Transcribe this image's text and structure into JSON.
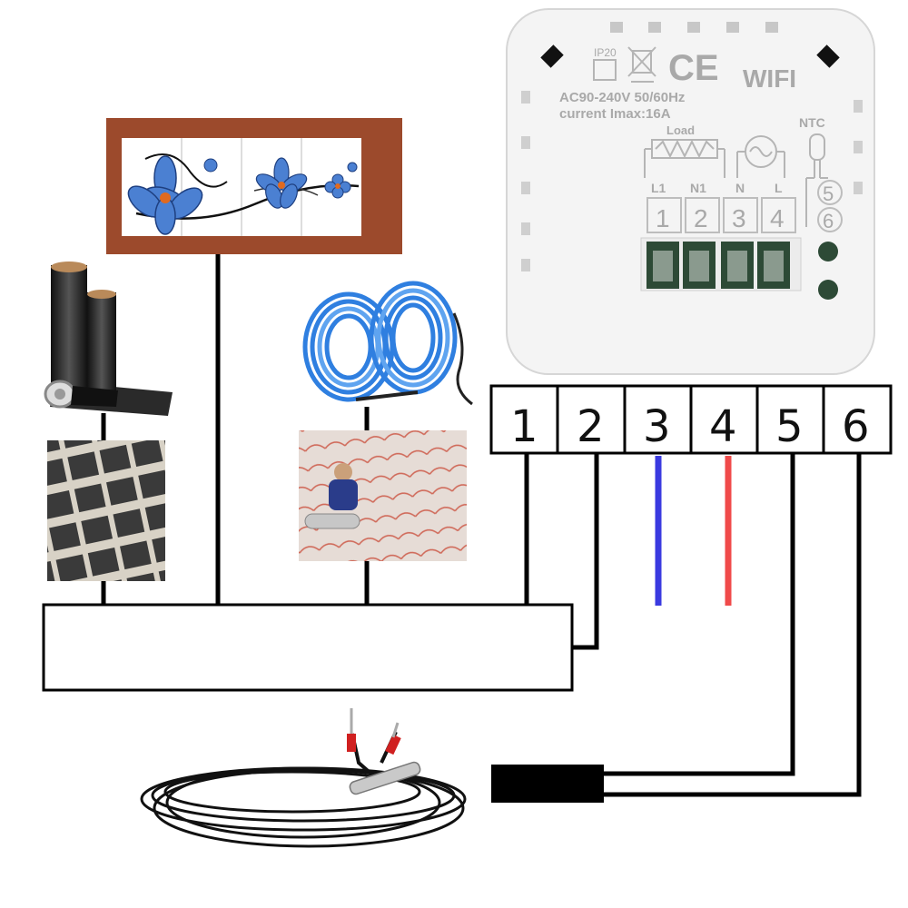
{
  "device": {
    "ip_rating": "IP20",
    "ce_mark": "CE",
    "wifi_label": "WIFI",
    "spec_voltage": "AC90-240V 50/60Hz",
    "spec_current": "current Imax:16A",
    "load_label": "Load",
    "ntc_label": "NTC",
    "terminal_labels": [
      "L1",
      "N1",
      "N",
      "L"
    ],
    "terminal_numbers": [
      "1",
      "2",
      "3",
      "4"
    ],
    "ntc_numbers": [
      "5",
      "6"
    ]
  },
  "terminal_strip": {
    "numbers": [
      "1",
      "2",
      "3",
      "4",
      "5",
      "6"
    ]
  },
  "colors": {
    "wire_neutral": "#3a3ae0",
    "wire_live": "#f04a4a",
    "wire": "#000000",
    "tile_frame": "#9c4a2c",
    "cable_blue": "#2f7fe0"
  }
}
